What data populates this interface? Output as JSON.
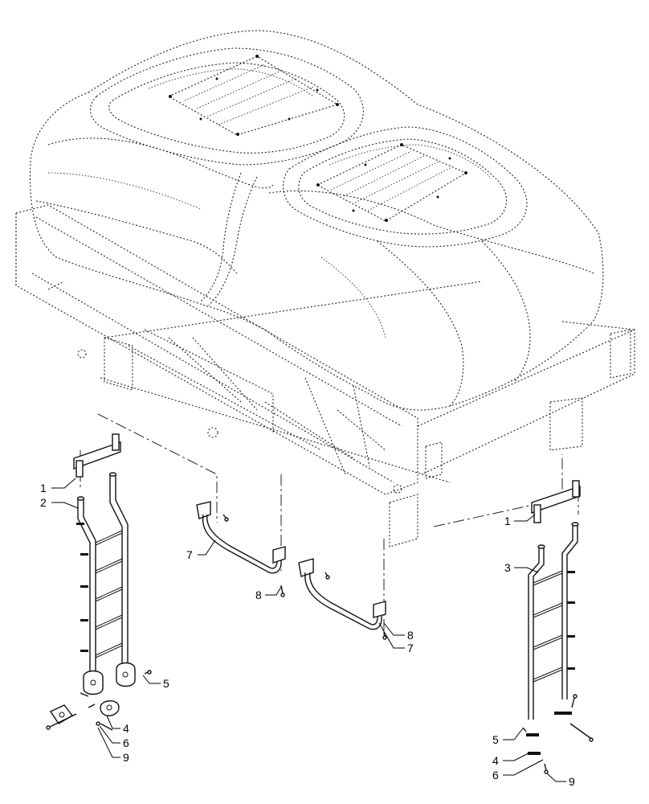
{
  "diagram": {
    "callouts": [
      {
        "id": "c1-left",
        "text": "1"
      },
      {
        "id": "c2-left",
        "text": "2"
      },
      {
        "id": "c5-left",
        "text": "5"
      },
      {
        "id": "c4-left",
        "text": "4"
      },
      {
        "id": "c6-left",
        "text": "6"
      },
      {
        "id": "c9-left",
        "text": "9"
      },
      {
        "id": "c7-mid",
        "text": "7"
      },
      {
        "id": "c8-mid",
        "text": "8"
      },
      {
        "id": "c8-right",
        "text": "8"
      },
      {
        "id": "c7-right",
        "text": "7"
      },
      {
        "id": "c1-right",
        "text": "1"
      },
      {
        "id": "c3-right",
        "text": "3"
      },
      {
        "id": "c5-right",
        "text": "5"
      },
      {
        "id": "c4-right",
        "text": "4"
      },
      {
        "id": "c6-right",
        "text": "6"
      },
      {
        "id": "c9-right",
        "text": "9"
      }
    ],
    "colors": {
      "line": "#111111",
      "background": "#ffffff"
    }
  }
}
